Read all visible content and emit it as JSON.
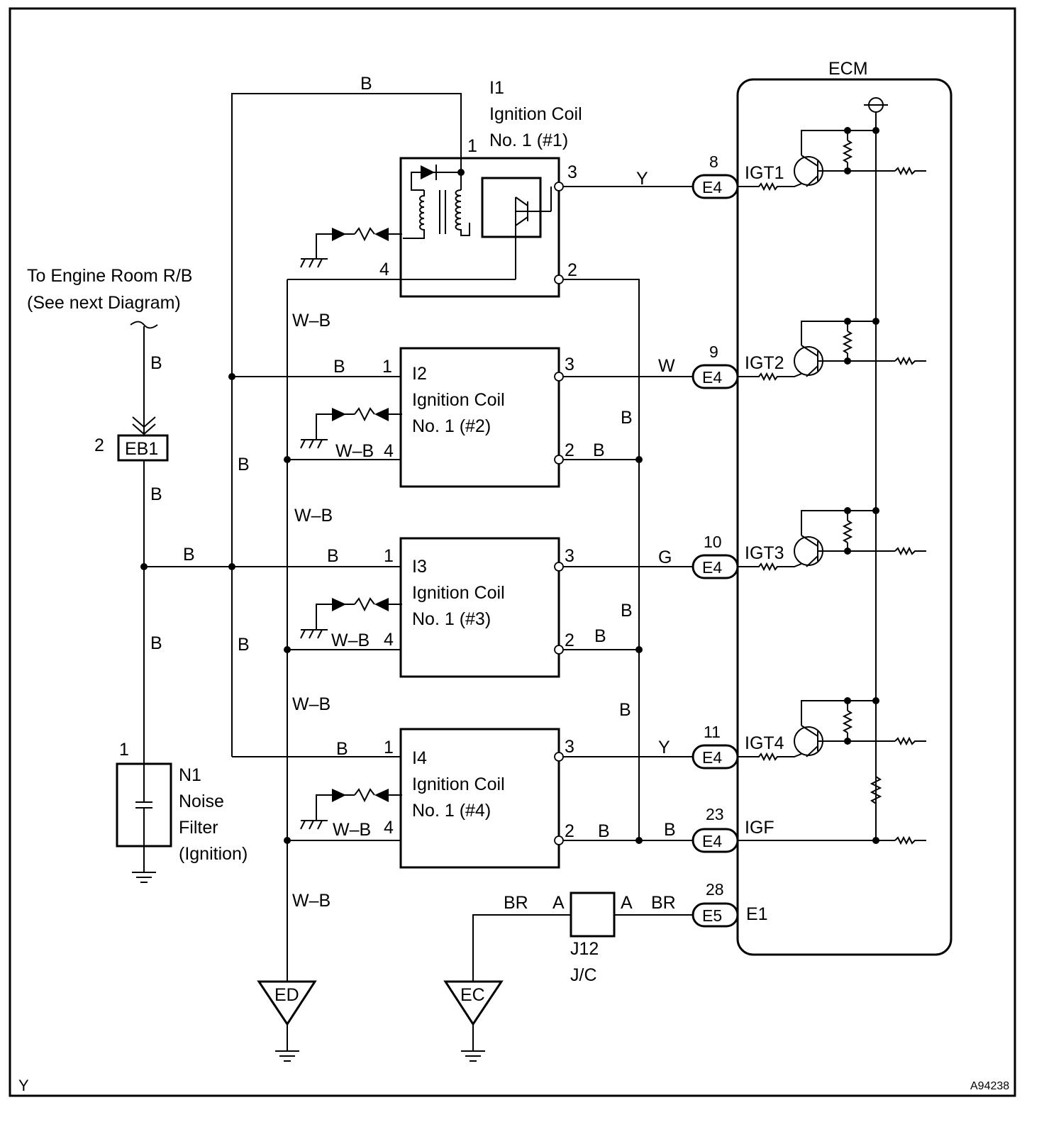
{
  "diagram_id": "A94238",
  "corner_mark": "Y",
  "ecm": {
    "title": "ECM",
    "igt": [
      {
        "signal": "IGT1",
        "pin": "8",
        "conn": "E4"
      },
      {
        "signal": "IGT2",
        "pin": "9",
        "conn": "E4"
      },
      {
        "signal": "IGT3",
        "pin": "10",
        "conn": "E4"
      },
      {
        "signal": "IGT4",
        "pin": "11",
        "conn": "E4"
      }
    ],
    "igf": {
      "signal": "IGF",
      "pin": "23",
      "conn": "E4"
    },
    "e1": {
      "signal": "E1",
      "pin": "28",
      "conn": "E5"
    }
  },
  "coils": [
    {
      "id": "I1",
      "name": "Ignition Coil",
      "sub": "No. 1 (#1)",
      "p1": "1",
      "p2": "2",
      "p3": "3",
      "p4": "4",
      "sig_wire": "Y",
      "b_label": "B",
      "wb_label": "W–B",
      "p2_wire": ""
    },
    {
      "id": "I2",
      "name": "Ignition Coil",
      "sub": "No. 1 (#2)",
      "p1": "1",
      "p2": "2",
      "p3": "3",
      "p4": "4",
      "sig_wire": "W",
      "b_label": "B",
      "wb_label": "W–B",
      "p2_wire": "B"
    },
    {
      "id": "I3",
      "name": "Ignition Coil",
      "sub": "No. 1 (#3)",
      "p1": "1",
      "p2": "2",
      "p3": "3",
      "p4": "4",
      "sig_wire": "G",
      "b_label": "B",
      "wb_label": "W–B",
      "p2_wire": "B"
    },
    {
      "id": "I4",
      "name": "Ignition Coil",
      "sub": "No. 1 (#4)",
      "p1": "1",
      "p2": "2",
      "p3": "3",
      "p4": "4",
      "sig_wire": "Y",
      "b_label": "B",
      "wb_label": "W–B",
      "p2_wire": "B"
    }
  ],
  "igf_wire": "B",
  "engine_room": {
    "line1": "To Engine Room R/B",
    "line2": "(See next Diagram)"
  },
  "eb1": {
    "conn": "EB1",
    "pin": "2",
    "wire_above": "B",
    "wire_below": "B"
  },
  "main_feed": {
    "wire_to_bus": "B",
    "wire_down": "B"
  },
  "b_bus_labels": {
    "left_upper": "B",
    "left_lower": "B",
    "right_1": "B",
    "right_2": "B",
    "right_3": "B"
  },
  "wb_bus_labels": {
    "l1": "W–B",
    "l2": "W–B",
    "l3": "W–B",
    "l4": "W–B"
  },
  "noise_filter": {
    "pin": "1",
    "id": "N1",
    "line1": "Noise",
    "line2": "Filter",
    "line3": "(Ignition)"
  },
  "jc": {
    "id": "J12",
    "name": "J/C",
    "pin_l": "A",
    "pin_r": "A",
    "wire_l": "BR",
    "wire_r": "BR"
  },
  "grounds": {
    "ed": "ED",
    "ec": "EC"
  }
}
